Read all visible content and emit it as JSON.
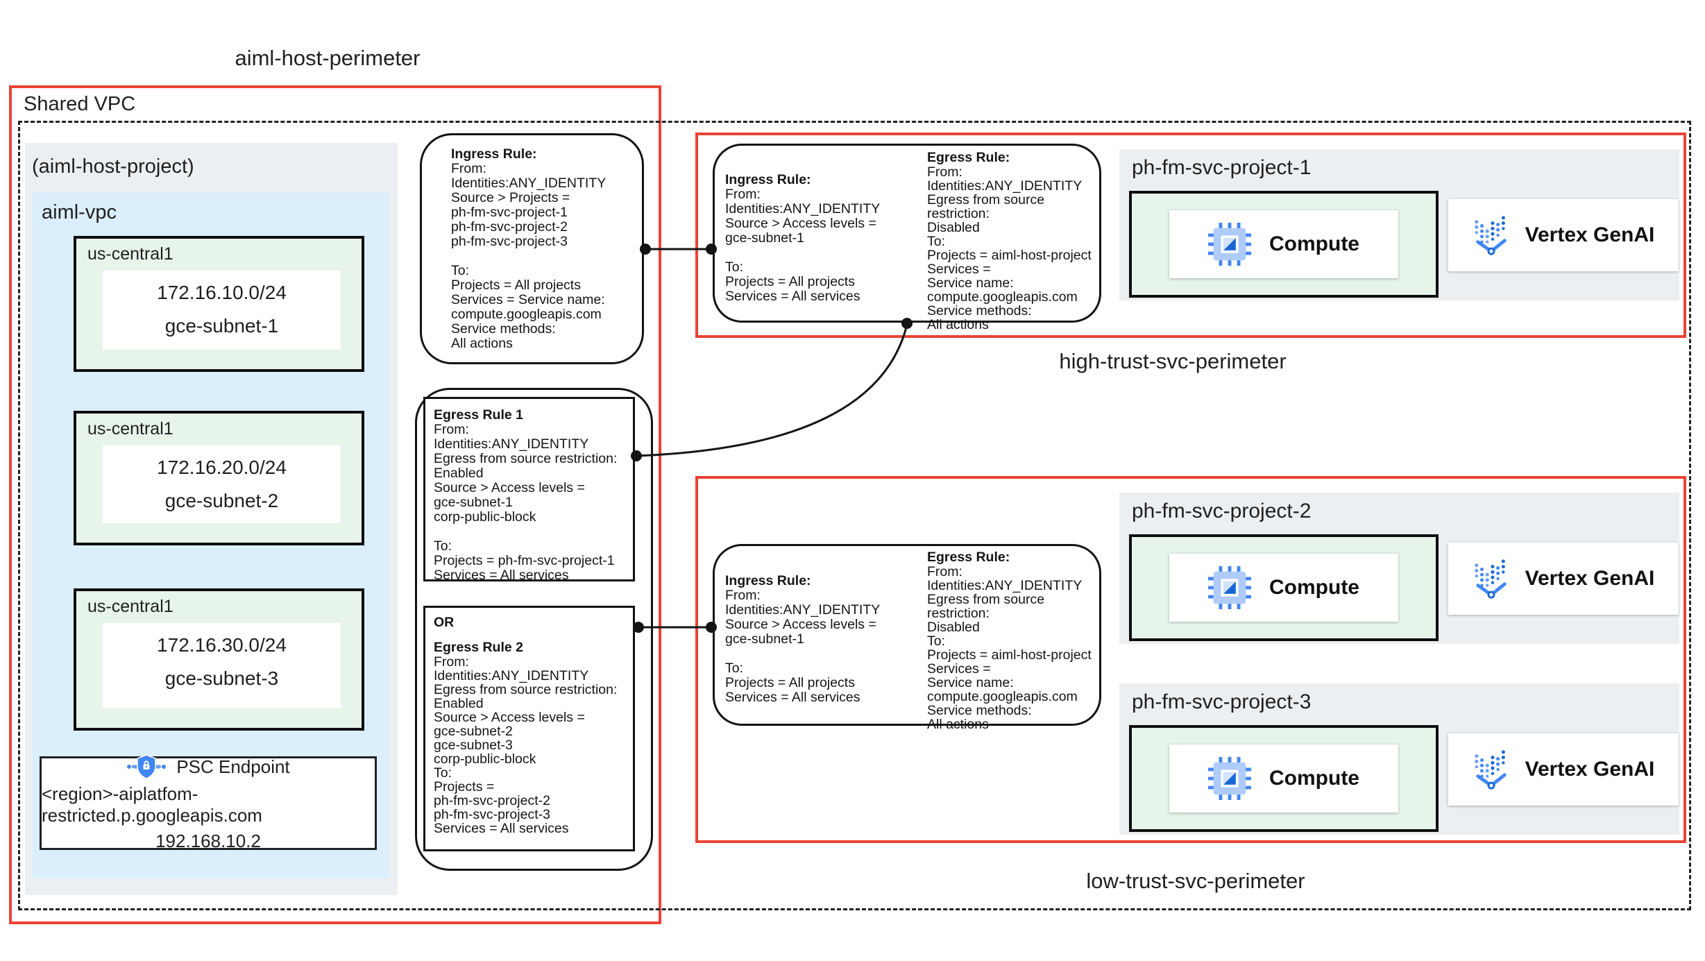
{
  "perimeters": {
    "host_label": "aiml-host-perimeter",
    "high_label": "high-trust-svc-perimeter",
    "low_label": "low-trust-svc-perimeter"
  },
  "host": {
    "shared_vpc": "Shared VPC",
    "project_name": "(aiml-host-project)",
    "vpc_name": "aiml-vpc",
    "subnets": [
      {
        "region": "us-central1",
        "cidr": "172.16.10.0/24",
        "name": "gce-subnet-1"
      },
      {
        "region": "us-central1",
        "cidr": "172.16.20.0/24",
        "name": "gce-subnet-2"
      },
      {
        "region": "us-central1",
        "cidr": "172.16.30.0/24",
        "name": "gce-subnet-3"
      }
    ],
    "psc": {
      "title": "PSC Endpoint",
      "fqdn": "<region>-aiplatfom-restricted.p.googleapis.com",
      "ip": "192.168.10.2"
    }
  },
  "host_rules": {
    "ingress": {
      "title": "Ingress Rule:",
      "body": "From:\nIdentities:ANY_IDENTITY\nSource > Projects =\nph-fm-svc-project-1\nph-fm-svc-project-2\nph-fm-svc-project-3\n\nTo:\nProjects = All projects\nServices = Service name:\ncompute.googleapis.com\nService methods:\nAll actions"
    },
    "egress1": {
      "title": "Egress Rule 1",
      "body": "From:\nIdentities:ANY_IDENTITY\nEgress from source restriction:\nEnabled\nSource > Access levels =\ngce-subnet-1\ncorp-public-block\n\nTo:\nProjects = ph-fm-svc-project-1\nServices = All services"
    },
    "or_label": "OR",
    "egress2": {
      "title": "Egress Rule 2",
      "body": "From:\nIdentities:ANY_IDENTITY\nEgress from source restriction:\nEnabled\nSource > Access levels =\ngce-subnet-2\ngce-subnet-3\ncorp-public-block\nTo:\nProjects =\nph-fm-svc-project-2\nph-fm-svc-project-3\nServices = All services"
    }
  },
  "svc_rules": {
    "ingress": {
      "title": "Ingress Rule:",
      "body": "From:\nIdentities:ANY_IDENTITY\nSource > Access levels =\ngce-subnet-1\n\nTo:\nProjects = All projects\nServices = All services"
    },
    "egress": {
      "title": "Egress Rule:",
      "body": "From:\nIdentities:ANY_IDENTITY\nEgress from source restriction:\nDisabled\nTo:\nProjects = aiml-host-project\nServices =\nService name:\ncompute.googleapis.com\nService methods:\nAll actions"
    }
  },
  "projects": [
    {
      "name": "ph-fm-svc-project-1"
    },
    {
      "name": "ph-fm-svc-project-2"
    },
    {
      "name": "ph-fm-svc-project-3"
    }
  ],
  "services": {
    "compute": "Compute",
    "vertex": "Vertex GenAI"
  },
  "colors": {
    "perimeter_red": "#ea4335",
    "panel_grey": "#eceff1",
    "vpc_blue": "#dbeefb",
    "subnet_green": "#e6f4ea",
    "icon_blue": "#4285f4",
    "icon_light_blue": "#aecbfa"
  }
}
